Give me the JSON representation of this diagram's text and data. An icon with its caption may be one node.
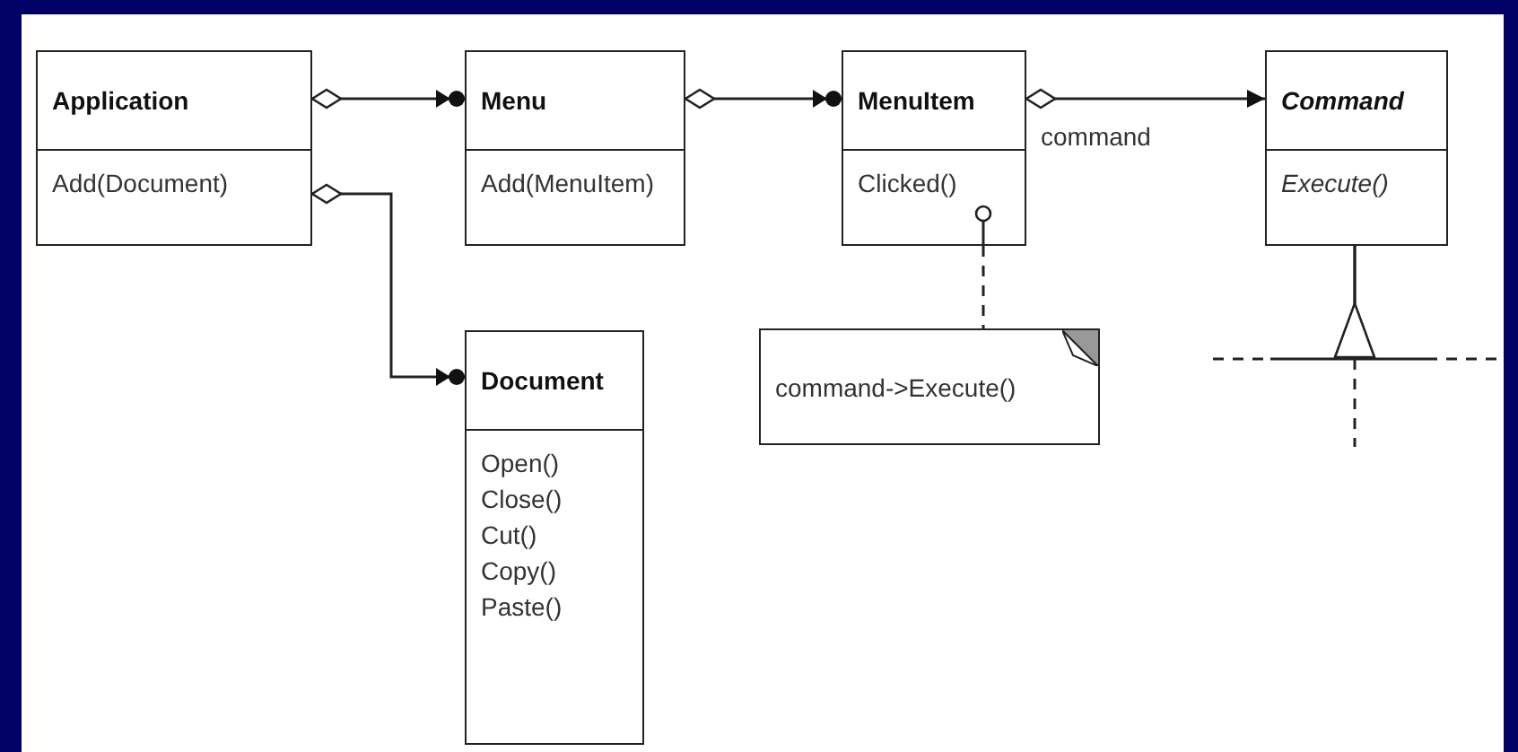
{
  "diagram": {
    "nodes": [
      {
        "text": [
          "Application",
          "Add(Document)"
        ]
      },
      {
        "text": [
          "Menu",
          "Add(MenuItem)"
        ]
      },
      {
        "text": [
          "MenuItem",
          "Clicked()"
        ]
      },
      {
        "text": [
          "Command",
          "Execute()"
        ]
      },
      {
        "text": [
          "Document",
          "Open()",
          "Close()",
          "Cut()",
          "Copy()",
          "Paste()"
        ]
      },
      {
        "text": [
          "command->Execute()"
        ]
      },
      {
        "text": [],
        "shape": "bar"
      }
    ],
    "edges": [
      {
        "from": 0,
        "to": 1,
        "arrow": "to"
      },
      {
        "from": 1,
        "to": 2,
        "arrow": "to"
      },
      {
        "from": 2,
        "to": 3,
        "arrow": "to",
        "label": "command"
      },
      {
        "from": 0,
        "to": 4,
        "arrow": "to"
      },
      {
        "from": 2,
        "to": 5,
        "arrow": "other",
        "style": "dashed"
      },
      {
        "from": 6,
        "to": 3,
        "arrow": "to"
      }
    ]
  }
}
